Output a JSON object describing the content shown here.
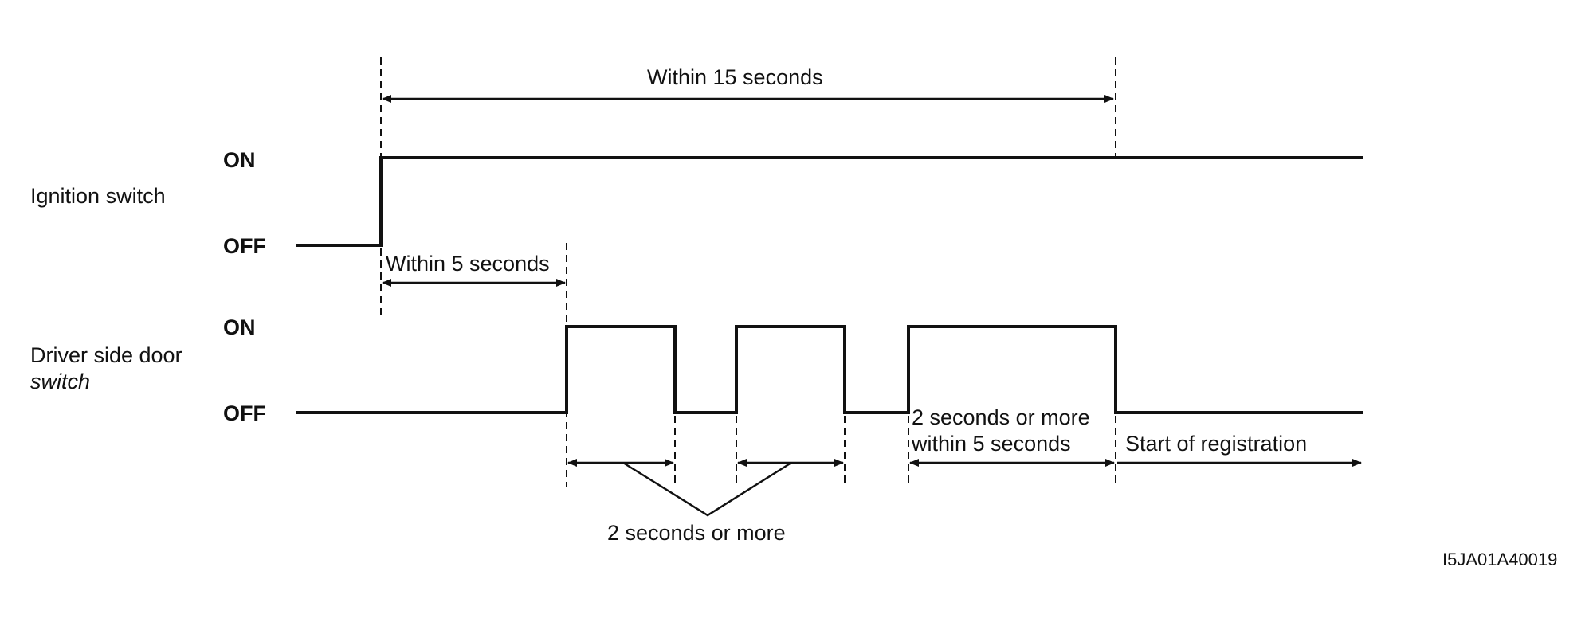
{
  "signals": {
    "ignition": {
      "label": "Ignition switch",
      "on": "ON",
      "off": "OFF"
    },
    "door": {
      "label_line1": "Driver side door",
      "label_line2": "switch",
      "on": "ON",
      "off": "OFF"
    }
  },
  "annotations": {
    "within_15": "Within 15 seconds",
    "within_5": "Within 5 seconds",
    "two_sec_more": "2 seconds or more",
    "two_sec_within_5_line1": "2 seconds or more",
    "two_sec_within_5_line2": "within 5 seconds",
    "start_registration": "Start of registration"
  },
  "figure_code": "I5JA01A40019"
}
